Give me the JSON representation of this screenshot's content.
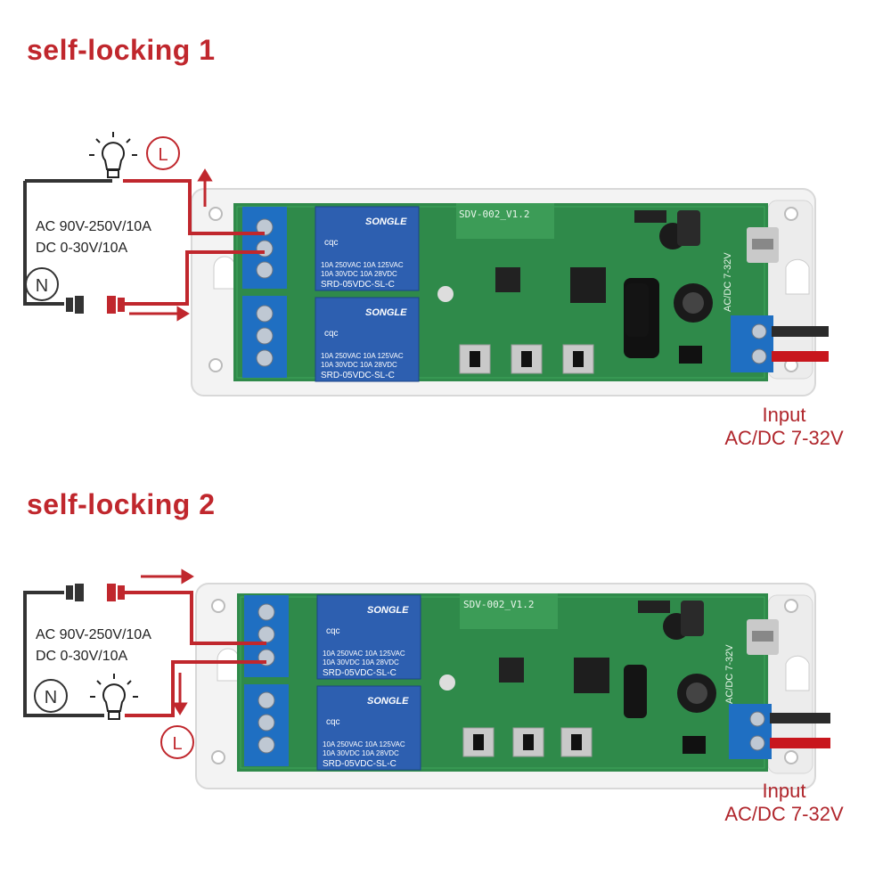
{
  "sections": [
    {
      "title": "self-locking 1",
      "ratings_ac": "AC 90V-250V/10A",
      "ratings_dc": "DC 0-30V/10A",
      "live_symbol": "L",
      "neutral_symbol": "N",
      "input_line1": "Input",
      "input_line2": "AC/DC 7-32V"
    },
    {
      "title": "self-locking 2",
      "ratings_ac": "AC 90V-250V/10A",
      "ratings_dc": "DC 0-30V/10A",
      "live_symbol": "L",
      "neutral_symbol": "N",
      "input_line1": "Input",
      "input_line2": "AC/DC 7-32V"
    }
  ],
  "board": {
    "model": "SDV-002_V1.2",
    "relay_brand": "SONGLE",
    "relay_spec_1": "10A 250VAC  10A 125VAC",
    "relay_spec_2": "10A 30VDC   10A 28VDC",
    "relay_model": "SRD-05VDC-SL-C",
    "relay_cert": "cqc",
    "power_marking": "AC/DC 7-32V"
  },
  "colors": {
    "title": "#c0272d",
    "wire_live": "#c0272d",
    "wire_neutral": "#333333",
    "pcb": "#2f8a4a",
    "relay": "#2d5fb0",
    "terminal": "#1f6fc2",
    "case": "#f2f2f2"
  }
}
